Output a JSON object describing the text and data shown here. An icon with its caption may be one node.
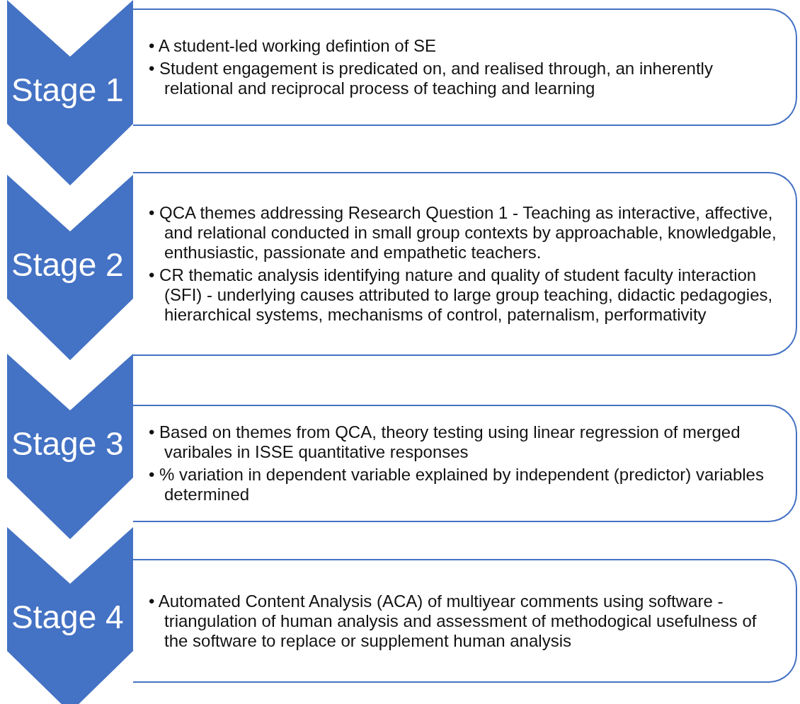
{
  "diagram": {
    "nodes": [
      {
        "text": [
          "Stage 1"
        ]
      },
      {
        "text": [
          "• A student-led working defintion of SE",
          "• Student engagement is predicated on, and realised through, an inherently relational and reciprocal process of teaching and learning"
        ]
      },
      {
        "text": [
          "Stage 2"
        ]
      },
      {
        "text": [
          "• QCA themes addressing Research Question 1 - Teaching  as interactive, affective, and relational conducted in small group contexts by approachable, knowledgable, enthusiastic, passionate and empathetic teachers.",
          "• CR thematic analysis  identifying  nature and quality of student faculty interaction (SFI) - underlying causes attributed to large group teaching, didactic pedagogies, hierarchical systems, mechanisms of control, paternalism, performativity"
        ]
      },
      {
        "text": [
          "Stage 3"
        ]
      },
      {
        "text": [
          "• Based on themes from QCA, theory testing using linear regression of merged varibales in ISSE quantitative responses",
          "• % variation in dependent variable explained by independent (predictor) variables determined"
        ]
      },
      {
        "text": [
          "Stage 4"
        ]
      },
      {
        "text": [
          "• Automated Content Analysis (ACA) of multiyear comments using software - triangulation of  human analysis and assessment of methodogical usefulness of the software to replace or supplement human analysis"
        ]
      }
    ]
  }
}
